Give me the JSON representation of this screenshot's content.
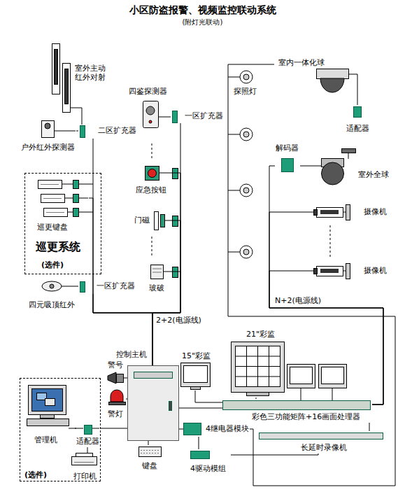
{
  "diagram": {
    "title": "小区防盗报警、视频监控联动系统",
    "nodes": [
      {
        "text": [
          "室外主动红外对射"
        ]
      },
      {
        "text": [
          "户外红外探测器"
        ]
      },
      {
        "text": [
          "二区扩充器"
        ]
      },
      {
        "text": [
          "巡更系统",
          "(选件)"
        ]
      },
      {
        "text": [
          "巡更键盘"
        ],
        "in": 3
      },
      {
        "text": [
          "四元吸顶红外"
        ]
      },
      {
        "text": [
          "一区扩充器"
        ]
      },
      {
        "text": [
          "四鉴探测器"
        ]
      },
      {
        "text": [
          "一区扩充器"
        ]
      },
      {
        "text": [
          "应急按钮"
        ]
      },
      {
        "text": [
          "门磁"
        ]
      },
      {
        "text": [
          "玻破"
        ]
      },
      {
        "text": [
          "探照灯"
        ]
      },
      {
        "text": [
          "室内一体化球"
        ]
      },
      {
        "text": [
          "适配器"
        ]
      },
      {
        "text": [
          "解码器"
        ]
      },
      {
        "text": [
          "室外全球"
        ]
      },
      {
        "text": [
          "摄像机"
        ]
      },
      {
        "text": [
          "摄像机"
        ]
      },
      {
        "text": [
          "控制主机"
        ]
      },
      {
        "text": [
          "警号"
        ]
      },
      {
        "text": [
          "警灯"
        ]
      },
      {
        "text": [
          "(选件)"
        ]
      },
      {
        "text": [
          "管理机"
        ],
        "in": 22
      },
      {
        "text": [
          "适配器"
        ],
        "in": 22
      },
      {
        "text": [
          "打印机"
        ],
        "in": 22
      },
      {
        "text": [
          "键盘"
        ]
      },
      {
        "text": [
          "4继电器模块"
        ]
      },
      {
        "text": [
          "4驱动模组"
        ]
      },
      {
        "text": [
          "15\"彩监"
        ]
      },
      {
        "text": [
          "21\"彩监"
        ]
      },
      {
        "text": [
          "彩色三功能矩阵+16画面处理器"
        ]
      },
      {
        "text": [
          "长延时录像机"
        ]
      }
    ],
    "edges": [
      {
        "from": 0,
        "to": 2,
        "arrow": "none"
      },
      {
        "from": 1,
        "to": 2,
        "arrow": "none"
      },
      {
        "from": 2,
        "to": 19,
        "label": "2+2(电源线)",
        "arrow": "none"
      },
      {
        "from": 4,
        "to": 19,
        "arrow": "none"
      },
      {
        "from": 5,
        "to": 6,
        "arrow": "none"
      },
      {
        "from": 6,
        "to": 19,
        "arrow": "none"
      },
      {
        "from": 7,
        "to": 8,
        "arrow": "none"
      },
      {
        "from": 8,
        "to": 19,
        "arrow": "none"
      },
      {
        "from": 9,
        "to": 19,
        "arrow": "none"
      },
      {
        "from": 10,
        "to": 19,
        "arrow": "none"
      },
      {
        "from": 11,
        "to": 19,
        "arrow": "none"
      },
      {
        "from": 13,
        "to": 14,
        "arrow": "none"
      },
      {
        "from": 15,
        "to": 16,
        "arrow": "none"
      },
      {
        "from": 15,
        "to": 31,
        "label": "N+2(电源线)",
        "arrow": "none"
      },
      {
        "from": 17,
        "to": 31,
        "arrow": "none"
      },
      {
        "from": 18,
        "to": 31,
        "arrow": "none"
      },
      {
        "from": 19,
        "to": 20,
        "arrow": "none"
      },
      {
        "from": 19,
        "to": 21,
        "arrow": "none"
      },
      {
        "from": 19,
        "to": 24,
        "arrow": "none"
      },
      {
        "from": 24,
        "to": 23,
        "arrow": "none"
      },
      {
        "from": 24,
        "to": 25,
        "arrow": "none"
      },
      {
        "from": 19,
        "to": 26,
        "arrow": "none"
      },
      {
        "from": 19,
        "to": 27,
        "arrow": "none"
      },
      {
        "from": 27,
        "to": 28,
        "arrow": "none"
      },
      {
        "from": 27,
        "to": 12,
        "arrow": "none"
      },
      {
        "from": 19,
        "to": 31,
        "arrow": "none"
      },
      {
        "from": 29,
        "to": 31,
        "arrow": "none"
      },
      {
        "from": 30,
        "to": 31,
        "arrow": "none"
      },
      {
        "from": 31,
        "to": 32,
        "arrow": "none"
      },
      {
        "from": 28,
        "to": 32,
        "arrow": "none"
      }
    ],
    "labels": [
      "(附灯光联动)"
    ]
  }
}
